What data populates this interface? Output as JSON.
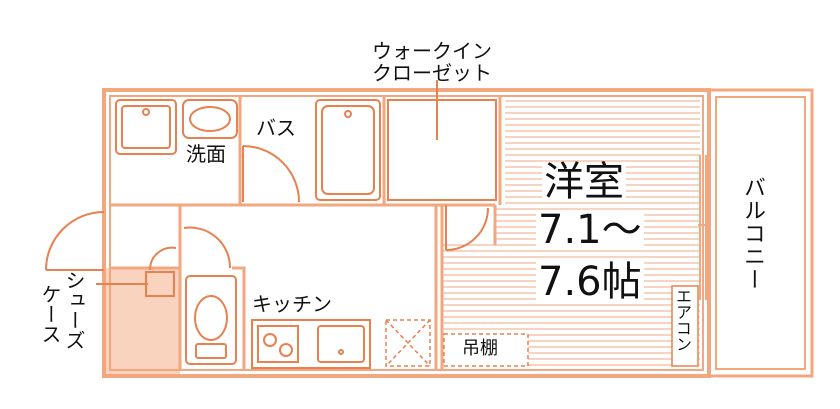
{
  "colors": {
    "wall": "#F2A77F",
    "fixture": "#E98050",
    "fill": "#FAD3BE",
    "text": "#111111"
  },
  "rooms": {
    "closet_line1": "ウォークイン",
    "closet_line2": "クローゼット",
    "bath": "バス",
    "washroom": "洗面",
    "western_room": "洋室",
    "size_line1": "7.1～",
    "size_line2": "7.6帖",
    "balcony": "バルコニー",
    "kitchen": "キッチン",
    "aircon": "エアコン",
    "shelf": "吊棚",
    "shoe_case_col1": "シューズ",
    "shoe_case_col2": "ケース"
  }
}
